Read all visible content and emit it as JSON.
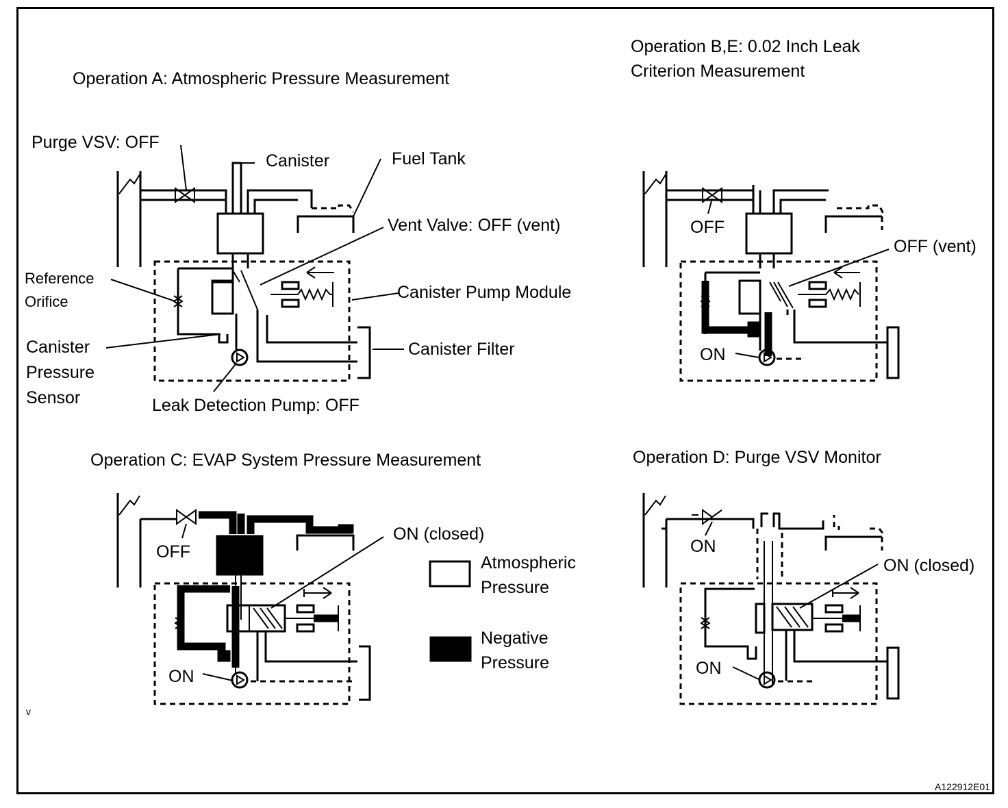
{
  "titles": {
    "op_a": "Operation A: Atmospheric Pressure Measurement",
    "op_be_line1": "Operation B,E: 0.02 Inch Leak",
    "op_be_line2": "Criterion Measurement",
    "op_c": "Operation C: EVAP System Pressure Measurement",
    "op_d": "Operation D: Purge VSV Monitor"
  },
  "labels_a": {
    "purge_vsv": "Purge VSV: OFF",
    "canister": "Canister",
    "fuel_tank": "Fuel Tank",
    "vent_valve": "Vent Valve: OFF (vent)",
    "reference_1": "Reference",
    "reference_2": "Orifice",
    "pump_module": "Canister Pump Module",
    "sensor_1": "Canister",
    "sensor_2": "Pressure",
    "sensor_3": "Sensor",
    "filter": "Canister Filter",
    "leak_pump": "Leak Detection Pump: OFF"
  },
  "labels_b": {
    "vsv": "OFF",
    "vent": "OFF (vent)",
    "pump": "ON"
  },
  "labels_c": {
    "vsv": "OFF",
    "vent": "ON (closed)",
    "pump": "ON"
  },
  "labels_d": {
    "vsv": "ON",
    "vent": "ON (closed)",
    "pump": "ON"
  },
  "legend": {
    "atm_1": "Atmospheric",
    "atm_2": "Pressure",
    "neg_1": "Negative",
    "neg_2": "Pressure"
  },
  "stray_mark": "v",
  "figure_code": "A122912E01"
}
